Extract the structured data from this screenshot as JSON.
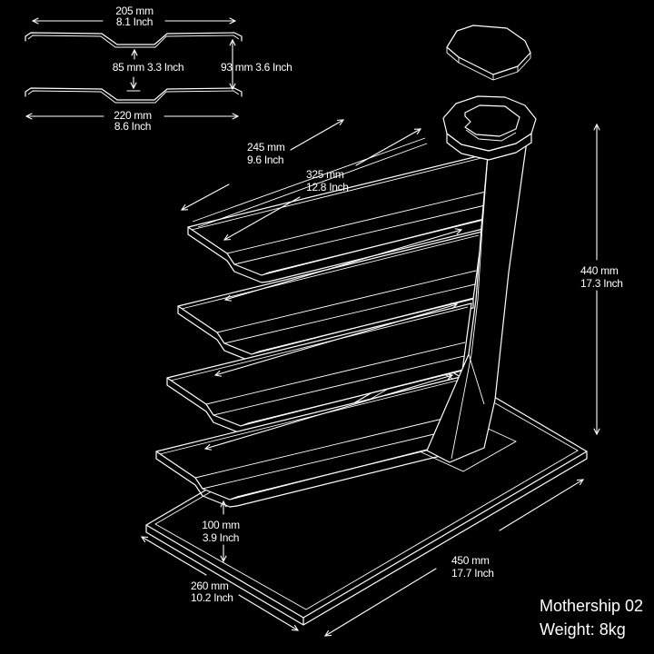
{
  "product": {
    "name": "Mothership 02",
    "weight": "Weight: 8kg"
  },
  "cross_section": {
    "top_width_mm": "205 mm",
    "top_width_inch": "8.1 Inch",
    "inner_height": "85 mm 3.3 Inch",
    "outer_height": "93 mm 3.6 Inch",
    "bottom_width_mm": "220 mm",
    "bottom_width_inch": "8.6 Inch"
  },
  "dimensions": {
    "upper_tray_mm": "245 mm",
    "upper_tray_inch": "9.6 Inch",
    "tray_mm": "325 mm",
    "tray_inch": "12.8 Inch",
    "height_mm": "440 mm",
    "height_inch": "17.3 Inch",
    "clearance_mm": "100 mm",
    "clearance_inch": "3.9 Inch",
    "base_length_mm": "450 mm",
    "base_length_inch": "17.7 Inch",
    "base_depth_mm": "260 mm",
    "base_depth_inch": "10.2 Inch"
  },
  "colors": {
    "background": "#000000",
    "line": "#ffffff",
    "text": "#ffffff"
  }
}
